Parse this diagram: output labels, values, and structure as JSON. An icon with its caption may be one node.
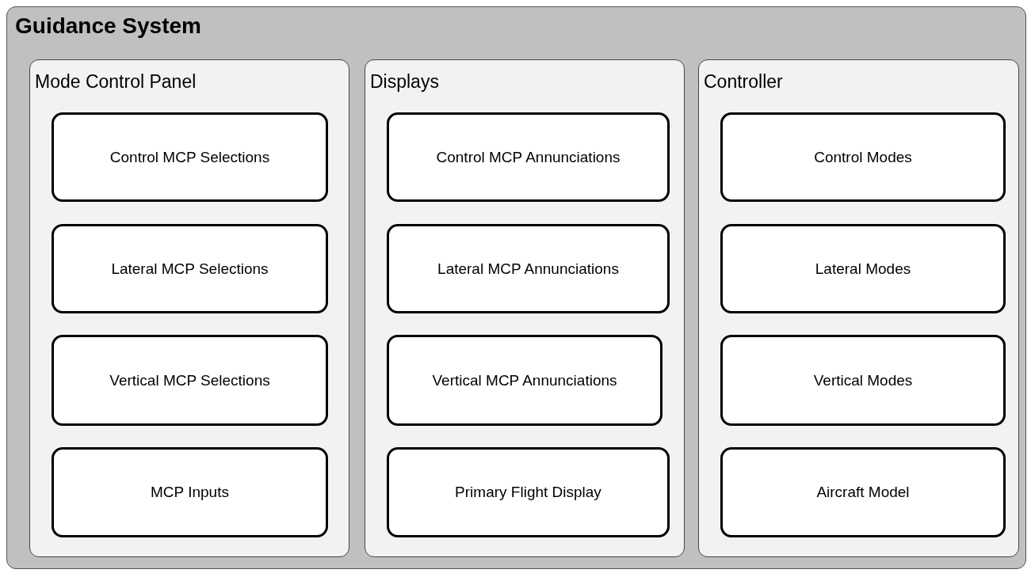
{
  "diagram": {
    "nodes": [
      {
        "text": [
          "Guidance System"
        ]
      },
      {
        "text": [
          "Mode Control Panel"
        ],
        "in": 0
      },
      {
        "text": [
          "Control MCP Selections"
        ],
        "in": 1
      },
      {
        "text": [
          "Lateral MCP Selections"
        ],
        "in": 1
      },
      {
        "text": [
          "Vertical MCP Selections"
        ],
        "in": 1
      },
      {
        "text": [
          "MCP Inputs"
        ],
        "in": 1
      },
      {
        "text": [
          "Displays"
        ],
        "in": 0
      },
      {
        "text": [
          "Control MCP Annunciations"
        ],
        "in": 6
      },
      {
        "text": [
          "Lateral MCP Annunciations"
        ],
        "in": 6
      },
      {
        "text": [
          "Vertical MCP Annunciations"
        ],
        "in": 6
      },
      {
        "text": [
          "Primary Flight Display"
        ],
        "in": 6
      },
      {
        "text": [
          "Controller"
        ],
        "in": 0
      },
      {
        "text": [
          "Control Modes"
        ],
        "in": 11
      },
      {
        "text": [
          "Lateral Modes"
        ],
        "in": 11
      },
      {
        "text": [
          "Vertical Modes"
        ],
        "in": 11
      },
      {
        "text": [
          "Aircraft Model"
        ],
        "in": 11
      }
    ],
    "edges": []
  }
}
